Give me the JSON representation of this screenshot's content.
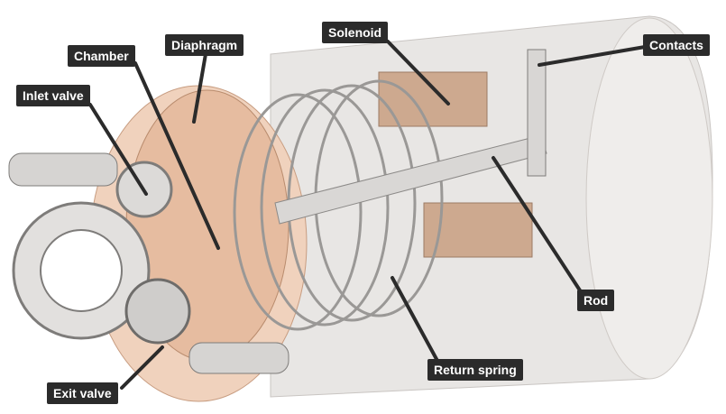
{
  "diagram": {
    "labels": {
      "chamber": "Chamber",
      "diaphragm": "Diaphragm",
      "solenoid": "Solenoid",
      "contacts": "Contacts",
      "inlet_valve": "Inlet valve",
      "rod": "Rod",
      "return_spring": "Return spring",
      "exit_valve": "Exit valve"
    },
    "colors": {
      "label_bg": "#2b2b2b",
      "label_text": "#ffffff",
      "body": "#e6e4e2",
      "diaphragm": "#e8c2a8"
    }
  }
}
